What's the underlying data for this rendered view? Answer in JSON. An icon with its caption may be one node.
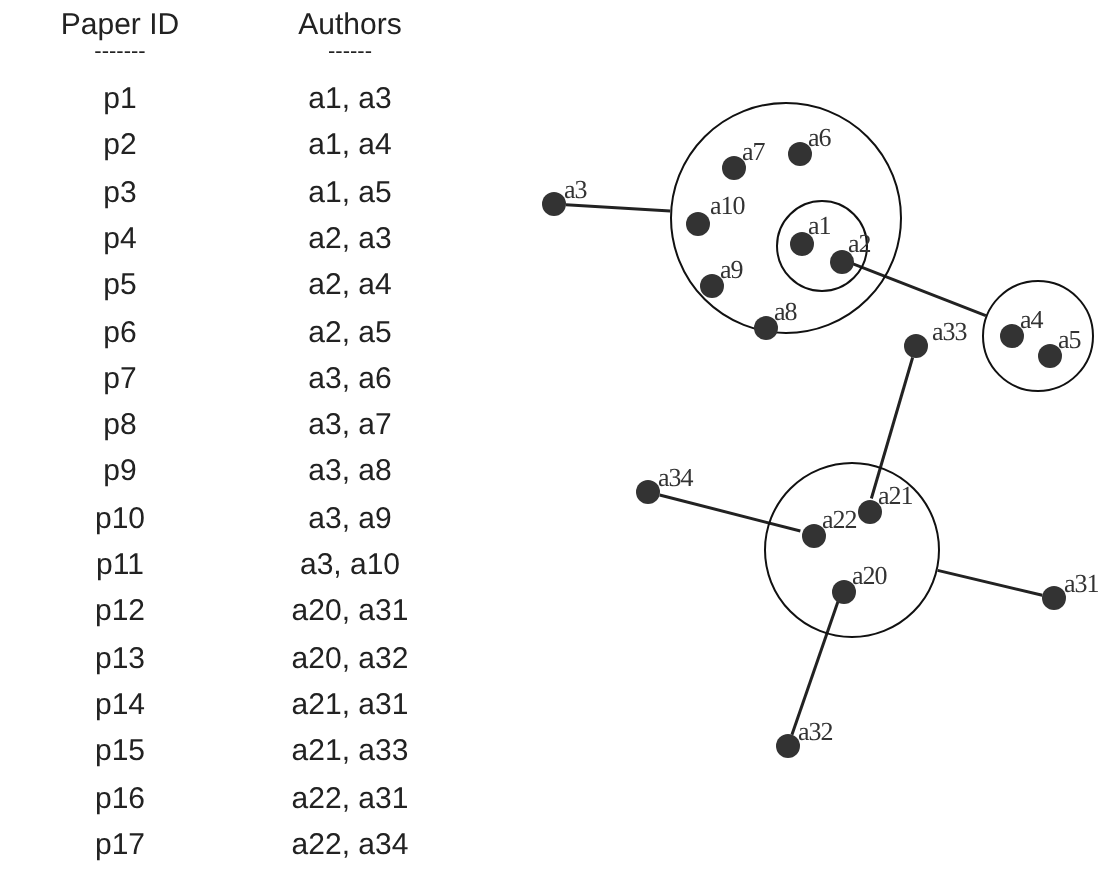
{
  "diagram": {
    "nodes": [
      {
        "text": [],
        "shape": "circle"
      },
      {
        "text": [],
        "shape": "circle",
        "in": 0
      },
      {
        "text": [],
        "shape": "circle",
        "in": 1,
        "beside": [
          "a1"
        ]
      },
      {
        "text": [],
        "shape": "circle",
        "in": 1,
        "beside": [
          "a2"
        ]
      },
      {
        "text": [],
        "shape": "circle",
        "in": 0,
        "beside": [
          "a6"
        ]
      },
      {
        "text": [],
        "shape": "circle",
        "in": 0,
        "beside": [
          "a7"
        ]
      },
      {
        "text": [],
        "shape": "circle",
        "in": 0,
        "beside": [
          "a10"
        ]
      },
      {
        "text": [],
        "shape": "circle",
        "in": 0,
        "beside": [
          "a9"
        ]
      },
      {
        "text": [],
        "shape": "circle",
        "in": 0,
        "beside": [
          "a8"
        ]
      },
      {
        "text": [],
        "shape": "circle",
        "beside": [
          "a3"
        ]
      },
      {
        "text": [],
        "shape": "circle"
      },
      {
        "text": [],
        "shape": "circle",
        "in": 10,
        "beside": [
          "a4"
        ]
      },
      {
        "text": [],
        "shape": "circle",
        "in": 10,
        "beside": [
          "a5"
        ]
      },
      {
        "text": [],
        "shape": "circle",
        "beside": [
          "a33"
        ]
      },
      {
        "text": [],
        "shape": "circle"
      },
      {
        "text": [],
        "shape": "circle",
        "in": 14,
        "beside": [
          "a22"
        ]
      },
      {
        "text": [],
        "shape": "circle",
        "in": 14,
        "beside": [
          "a21"
        ]
      },
      {
        "text": [],
        "shape": "circle",
        "in": 14,
        "beside": [
          "a20"
        ]
      },
      {
        "text": [],
        "shape": "circle",
        "beside": [
          "a34"
        ]
      },
      {
        "text": [],
        "shape": "circle",
        "beside": [
          "a31"
        ]
      },
      {
        "text": [],
        "shape": "circle",
        "beside": [
          "a32"
        ]
      }
    ],
    "edges": [
      {
        "from": 9,
        "to": 0,
        "arrow": "none"
      },
      {
        "from": 3,
        "to": 10,
        "arrow": "none"
      },
      {
        "from": 13,
        "to": 16,
        "arrow": "none"
      },
      {
        "from": 18,
        "to": 15,
        "arrow": "none"
      },
      {
        "from": 14,
        "to": 19,
        "arrow": "none"
      },
      {
        "from": 17,
        "to": 20,
        "arrow": "none"
      }
    ],
    "labels": [
      "Paper ID",
      "Authors",
      "-------",
      "------",
      "p1",
      "a1, a3",
      "p2",
      "a1, a4",
      "p3",
      "a1, a5",
      "p4",
      "a2, a3",
      "p5",
      "a2, a4",
      "p6",
      "a2, a5",
      "p7",
      "a3, a6",
      "p8",
      "a3, a7",
      "p9",
      "a3, a8",
      "p10",
      "a3, a9",
      "p11",
      "a3, a10",
      "p12",
      "a20, a31",
      "p13",
      "a20, a32",
      "p14",
      "a21, a31",
      "p15",
      "a21, a33",
      "p16",
      "a22, a31",
      "p17",
      "a22, a34"
    ]
  }
}
